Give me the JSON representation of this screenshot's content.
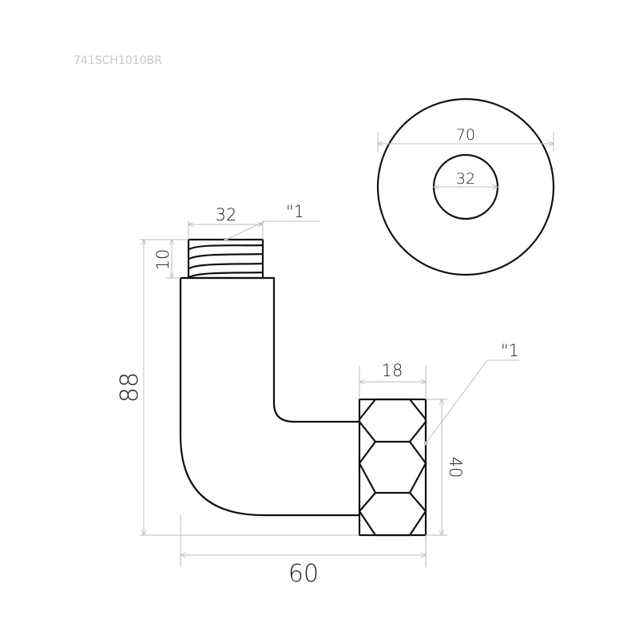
{
  "drawing": {
    "product_code": "741SCH1010BR",
    "dimensions": {
      "thread_width": "32",
      "thread_height": "10",
      "total_height": "88",
      "total_width": "60",
      "nut_width": "18",
      "nut_height": "40",
      "flange_outer_diameter": "70",
      "flange_inner_diameter": "32"
    },
    "thread_labels": {
      "top_thread": "\"1",
      "side_thread": "\"1"
    }
  }
}
